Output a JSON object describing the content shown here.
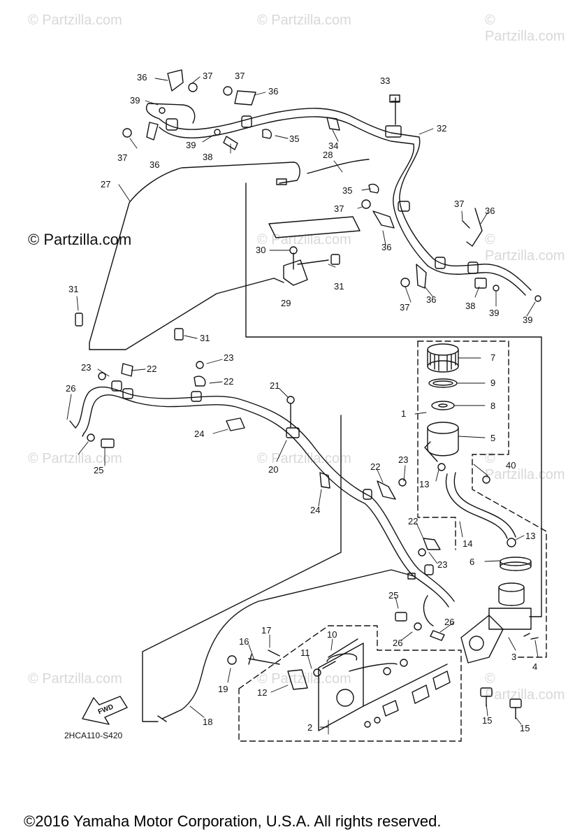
{
  "watermark": "© Partzilla.com",
  "watermark_main": "© Partzilla.com",
  "diagram_code": "2HCA110-S420",
  "fwd_label": "FWD",
  "copyright": "©2016 Yamaha Motor Corporation, U.S.A. All rights reserved.",
  "callouts": [
    "36",
    "37",
    "37",
    "36",
    "39",
    "33",
    "32",
    "37",
    "39",
    "38",
    "35",
    "34",
    "36",
    "28",
    "27",
    "35",
    "37",
    "37",
    "36",
    "36",
    "30",
    "31",
    "29",
    "37",
    "36",
    "38",
    "39",
    "39",
    "31",
    "31",
    "23",
    "22",
    "23",
    "22",
    "21",
    "7",
    "9",
    "1",
    "8",
    "26",
    "24",
    "5",
    "25",
    "20",
    "22",
    "23",
    "40",
    "13",
    "24",
    "14",
    "22",
    "13",
    "6",
    "23",
    "25",
    "17",
    "10",
    "16",
    "11",
    "19",
    "12",
    "26",
    "26",
    "3",
    "4",
    "18",
    "15",
    "15",
    "2"
  ]
}
